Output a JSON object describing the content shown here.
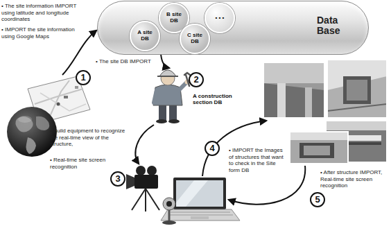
{
  "diagram": {
    "nodes": [
      {
        "text": [
          "Data Base"
        ]
      },
      {
        "text": [
          "A site DB"
        ],
        "in": 0
      },
      {
        "text": [
          "B site DB"
        ],
        "in": 0
      },
      {
        "text": [
          "C site DB"
        ],
        "in": 0
      },
      {
        "text": [
          "• • •"
        ],
        "in": 0
      },
      {
        "text": [
          "A construction section DB"
        ]
      }
    ],
    "edges": [
      {
        "from": 0,
        "to": 5,
        "arrow": "to"
      }
    ],
    "labels": [
      "• The site information IMPORT using latitude and longitude coordinates",
      "• IMPORT the site information using Google Maps",
      "1",
      "• The site DB IMPORT",
      "2",
      "• Build equipment to recognize the real-time view of the structure,",
      "• Real-time site screen recognition",
      "3",
      "4",
      "• IMPORT the Images of structures that want to check in the Site form DB",
      "5",
      "• After structure IMPORT, Real-time site screen recognition"
    ]
  }
}
